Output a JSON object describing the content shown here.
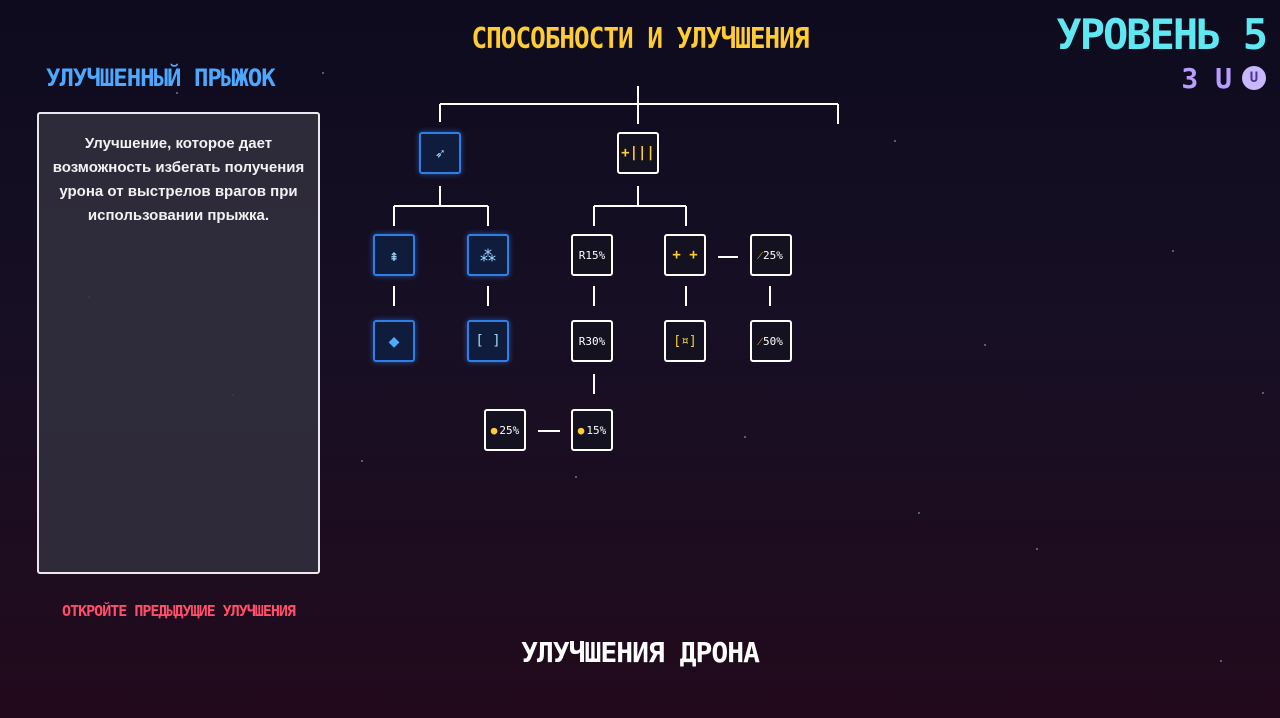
{
  "header": {
    "title": "СПОСОБНОСТИ И УЛУЧШЕНИЯ",
    "level": "УРОВЕНЬ 5",
    "points_value": "3 U",
    "points_icon_label": "U"
  },
  "selected_upgrade": {
    "name": "УЛУЧШЕННЫЙ ПРЫЖОК",
    "description": "Улучшение, которое дает возможность избегать получения урона от выстрелов врагов при использовании прыжка.",
    "status": "ОТКРОЙТЕ ПРЕДЫДУЩИЕ УЛУЧШЕНИЯ"
  },
  "footer": {
    "label": "УЛУЧШЕНИЯ ДРОНА"
  },
  "tree": {
    "nodes": [
      {
        "id": "jump",
        "style": "blue",
        "icon": "jump-dash-icon",
        "label": ""
      },
      {
        "id": "ammo",
        "style": "white",
        "icon": "ammo-plus-icon",
        "label": "+|||"
      },
      {
        "id": "jump-a",
        "style": "blue",
        "icon": "drone-shot-icon",
        "label": ""
      },
      {
        "id": "jump-b",
        "style": "blue",
        "icon": "scatter-shot-icon",
        "label": ""
      },
      {
        "id": "jump-a2",
        "style": "blue",
        "icon": "shield-burst-icon",
        "label": ""
      },
      {
        "id": "jump-b2",
        "style": "blue",
        "icon": "target-frame-icon",
        "label": ""
      },
      {
        "id": "r15",
        "style": "white",
        "icon": "reload-icon",
        "label": "R15%"
      },
      {
        "id": "crosshair",
        "style": "white",
        "icon": "multi-target-icon",
        "label": "+ +"
      },
      {
        "id": "dmg25",
        "style": "white",
        "icon": "damage-icon",
        "label": "25%"
      },
      {
        "id": "r30",
        "style": "white",
        "icon": "reload-icon",
        "label": "R30%"
      },
      {
        "id": "frame",
        "style": "white",
        "icon": "lock-on-frame-icon",
        "label": "[¤]"
      },
      {
        "id": "dmg50",
        "style": "white",
        "icon": "damage-icon",
        "label": "50%"
      },
      {
        "id": "shield25",
        "style": "white",
        "icon": "shield-icon",
        "label": "25%"
      },
      {
        "id": "shield15",
        "style": "white",
        "icon": "shield-icon",
        "label": "15%"
      }
    ]
  },
  "colors": {
    "title": "#ffcc33",
    "level": "#5fe7f2",
    "points": "#b89cff",
    "upgrade_name": "#4da8ff",
    "warning": "#ff4d6a",
    "node_blue": "#2e7ee8"
  }
}
